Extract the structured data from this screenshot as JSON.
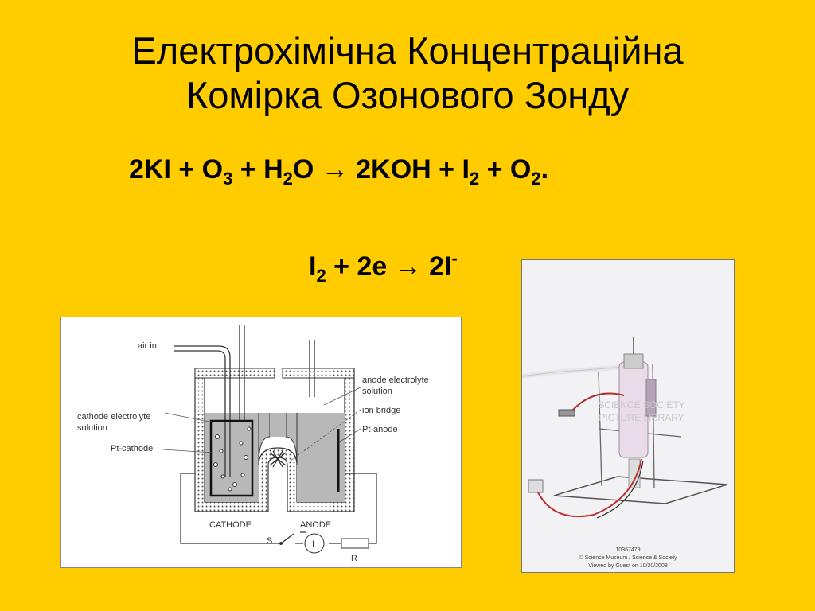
{
  "title": {
    "line1": "Електрохімічна Концентраційна",
    "line2": "Комірка Озонового Зонду"
  },
  "equation1": {
    "p1": "2KI + O",
    "s1": "3",
    "p2": " + H",
    "s2": "2",
    "p3": "O → 2KOH + I",
    "s3": "2",
    "p4": " + O",
    "s4": "2",
    "p5": "."
  },
  "equation2": {
    "p1": "I",
    "s1": "2",
    "p2": " + 2e → 2I",
    "sup1": "-"
  },
  "diagram": {
    "air_in": "air in",
    "anode_electrolyte": "anode electrolyte",
    "solution": "solution",
    "cathode_electrolyte": "cathode electrolyte",
    "ion_bridge": "ion bridge",
    "pt_anode": "Pt-anode",
    "pt_cathode": "Pt-cathode",
    "cathode": "CATHODE",
    "anode": "ANODE",
    "switch": "S",
    "meter": "I",
    "resistor": "R"
  },
  "photo": {
    "watermark_line1": "SCIENCE SOCIETY",
    "watermark_line2": "PICTURE LIBRARY",
    "caption_id": "10367479",
    "caption_credit": "© Science Museum / Science & Society",
    "caption_viewed": "Viewed by Guest on 10/30/2008"
  }
}
